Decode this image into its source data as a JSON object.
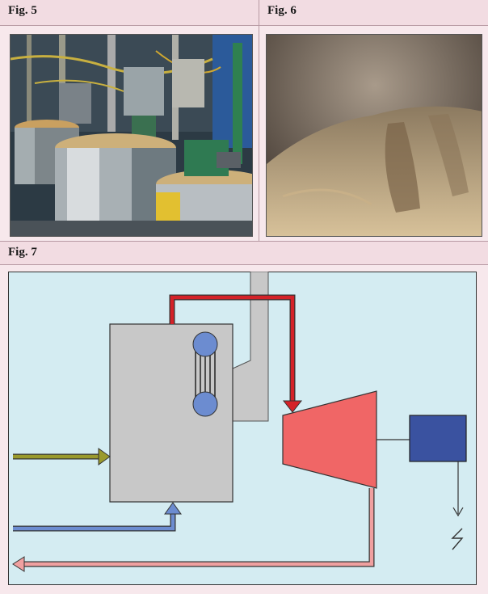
{
  "figures": {
    "fig5": {
      "label": "Fig. 5"
    },
    "fig6": {
      "label": "Fig. 6"
    },
    "fig7": {
      "label": "Fig. 7"
    }
  },
  "colors": {
    "diagram_bg": "#d4ecf2",
    "boiler": "#c8c8c8",
    "turbine": "#f06666",
    "generator": "#3a52a0",
    "steam_line": "#d42228",
    "return_line": "#f0a0a0",
    "fuel_arrow": "#9a9a2c",
    "air_arrow": "#6c8cd0",
    "drum": "#6c8cd0"
  }
}
